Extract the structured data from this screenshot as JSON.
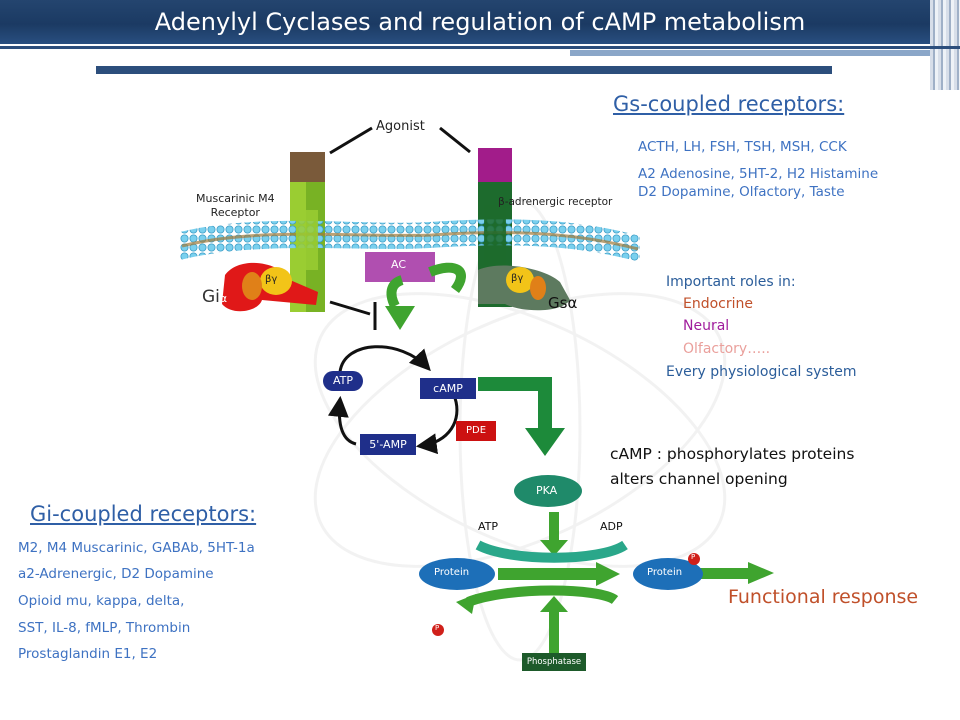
{
  "title": "Adenylyl Cyclases and regulation of cAMP metabolism",
  "gs_section": {
    "heading": "Gs-coupled receptors:",
    "lines": [
      "ACTH, LH, FSH, TSH, MSH, CCK",
      "A2 Adenosine,  5HT-2, H2 Histamine",
      "D2 Dopamine, Olfactory, Taste"
    ]
  },
  "roles_section": {
    "heading": "Important roles in:",
    "items": [
      {
        "text": "Endocrine",
        "color": "#c0502a"
      },
      {
        "text": "Neural",
        "color": "#a01c9c"
      },
      {
        "text": "Olfactory…..",
        "color": "#eaa09c"
      }
    ],
    "footer": "Every physiological  system"
  },
  "camp_note": {
    "lines": [
      "cAMP : phosphorylates proteins",
      "alters channel opening"
    ]
  },
  "gi_section": {
    "heading": "Gi-coupled receptors:",
    "lines": [
      "M2, M4 Muscarinic, GABAb, 5HT-1a",
      "a2-Adrenergic, D2 Dopamine",
      "Opioid mu, kappa, delta,",
      "SST, IL-8, fMLP, Thrombin",
      "Prostaglandin E1, E2"
    ]
  },
  "diagram": {
    "agonist": "Agonist",
    "muscarinic_receptor": [
      "Muscarinic M4",
      "Receptor"
    ],
    "beta_receptor": "β-adrenergic receptor",
    "ac": "AC",
    "gi_alpha": "Giα",
    "gi_alpha_small": "α",
    "gs_alpha": "Gsα",
    "beta_gamma": "βγ",
    "atp": "ATP",
    "camp": "cAMP",
    "five_amp": "5'-AMP",
    "pde": "PDE",
    "pka": "PKA",
    "atp2": "ATP",
    "adp": "ADP",
    "protein_left": "Protein",
    "protein_right": "Protein",
    "phosphatase": "Phosphatase",
    "phospho": "P",
    "functional_response": "Functional response"
  },
  "colors": {
    "title_bar": "#1b3a63",
    "heading_blue": "#2f5fa6",
    "list_blue": "#3e72c2",
    "dark_blue_box": "#1f2f8a",
    "green": "#3fa42f",
    "teal": "#1f8a5a",
    "pde_red": "#cc1111",
    "functional_response": "#c0502a"
  }
}
